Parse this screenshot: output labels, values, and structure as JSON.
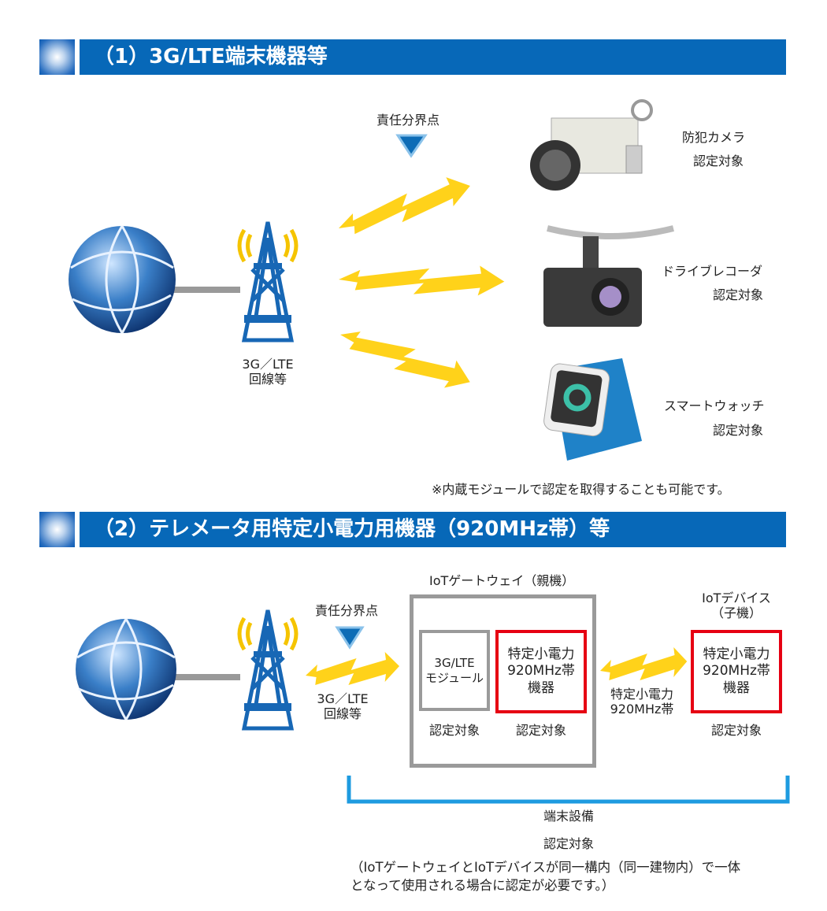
{
  "section1": {
    "title": "（1）3G/LTE端末機器等",
    "boundary": "責任分界点",
    "line_label1": "3G／LTE",
    "line_label2": "回線等",
    "devices": [
      {
        "name": "防犯カメラ",
        "cert": "認定対象"
      },
      {
        "name": "ドライブレコーダ",
        "cert": "認定対象"
      },
      {
        "name": "スマートウォッチ",
        "cert": "認定対象"
      }
    ],
    "note": "※内蔵モジュールで認定を取得することも可能です。"
  },
  "section2": {
    "title": "（2）テレメータ用特定小電力用機器（920MHz帯）等",
    "boundary": "責任分界点",
    "line_label1": "3G／LTE",
    "line_label2": "回線等",
    "gateway_label": "IoTゲートウェイ（親機）",
    "module_line1": "3G/LTE",
    "module_line2": "モジュール",
    "radio_line1": "特定小電力",
    "radio_line2": "920MHz帯",
    "radio_line3": "機器",
    "cert": "認定対象",
    "link_line1": "特定小電力",
    "link_line2": "920MHz帯",
    "device_label1": "IoTデバイス",
    "device_label2": "（子機）",
    "terminal_label": "端末設備",
    "terminal_cert": "認定対象",
    "footnote1": "（IoTゲートウェイとIoTデバイスが同一構内（同一建物内）で一体",
    "footnote2": "となって使用される場合に認定が必要です。）"
  },
  "colors": {
    "header": "#0768b8",
    "bolt": "#ffd21a",
    "red": "#e60012",
    "gray": "#9a9a9a",
    "bracket": "#1e9be0"
  }
}
